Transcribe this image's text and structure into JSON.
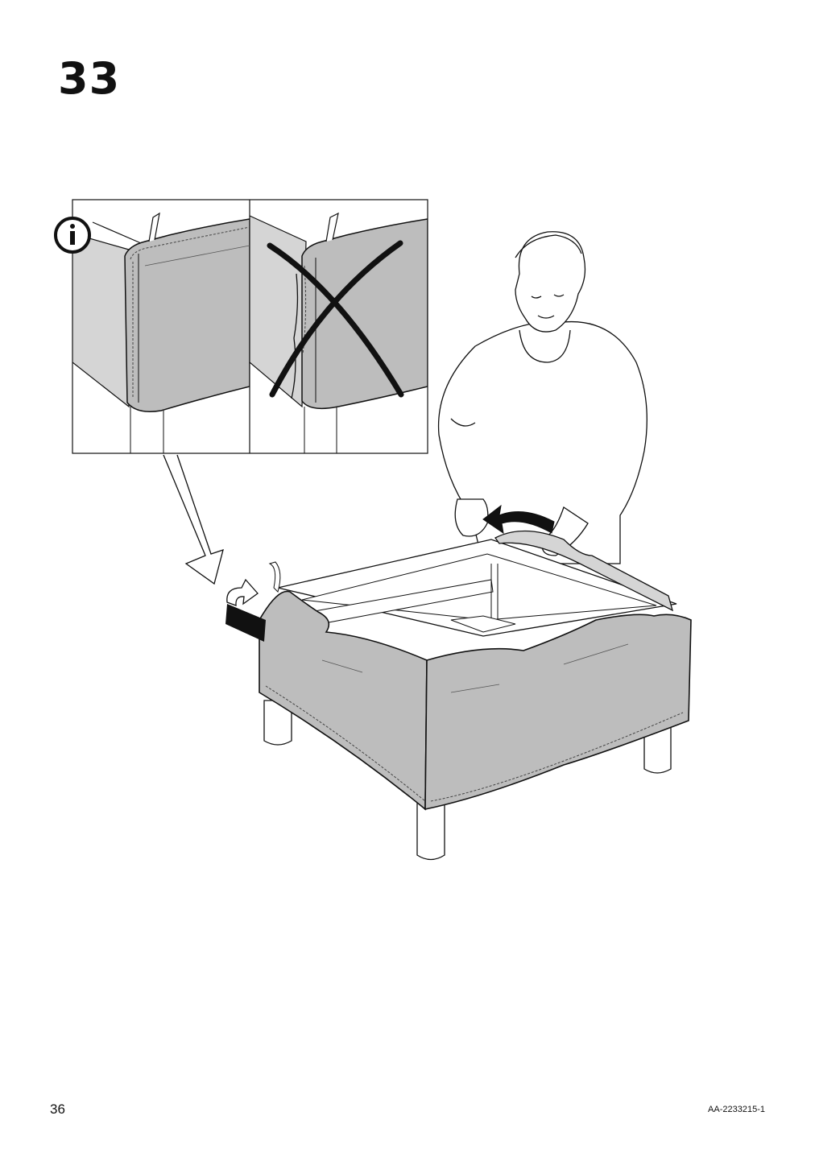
{
  "step": {
    "number": "33"
  },
  "footer": {
    "page_number": "36",
    "document_code": "AA-2233215-1"
  },
  "icons": {
    "info": "info-icon",
    "cross": "x-mark-icon",
    "pointer": "arrow-down-left-icon",
    "pull": "curved-arrow-left-icon",
    "fold": "fold-over-arrow-icon"
  },
  "colors": {
    "fabric": "#bdbdbd",
    "line": "#111111",
    "background": "#ffffff"
  }
}
